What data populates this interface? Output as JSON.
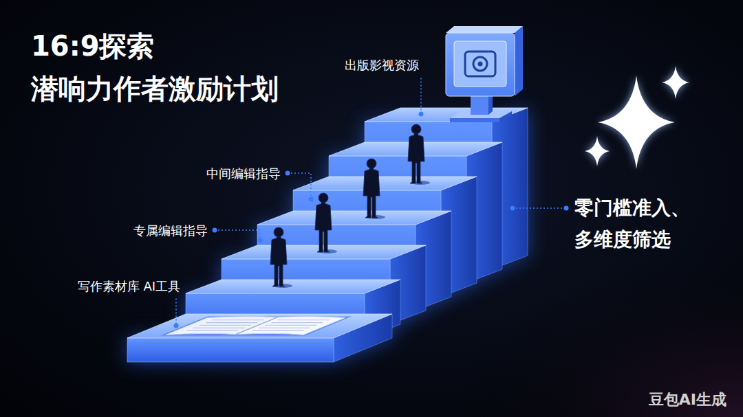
{
  "diagram": {
    "title": "16:9探索 潜响力作者激励计划",
    "labels": [
      "出版影视资源",
      "中间编辑指导",
      "专属编辑指导",
      "写作素材库 AI工具",
      "零门槛准入、 多维度筛选",
      "豆包AI生成"
    ]
  }
}
